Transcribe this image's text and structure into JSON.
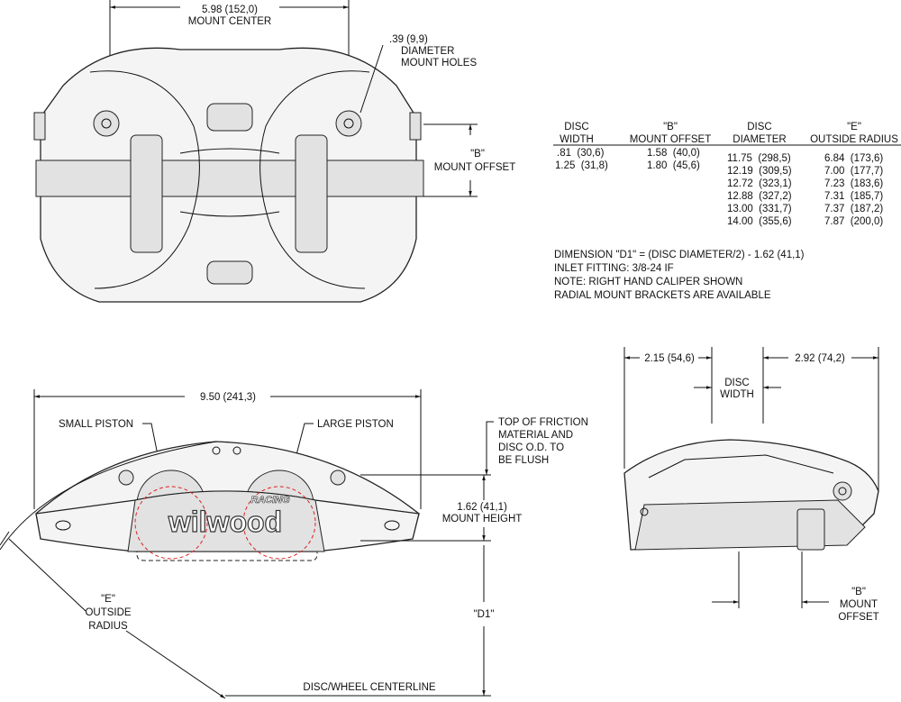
{
  "top_view": {
    "mount_center_dim": "5.98 (152,0)",
    "mount_center_label": "MOUNT CENTER",
    "mount_holes": [
      ".39 (9,9)",
      "DIAMETER",
      "MOUNT HOLES"
    ],
    "mount_offset": [
      "\"B\"",
      "MOUNT OFFSET"
    ]
  },
  "table": {
    "headers": [
      [
        "DISC",
        "WIDTH"
      ],
      [
        "\"B\"",
        "MOUNT OFFSET"
      ],
      [
        "DISC",
        "DIAMETER"
      ],
      [
        "\"E\"",
        "OUTSIDE RADIUS"
      ]
    ],
    "disc_width": [
      ".81  (30,6)",
      "1.25  (31,8)"
    ],
    "mount_offset": [
      "1.58  (40,0)",
      "1.80  (45,6)"
    ],
    "disc_diameter": [
      "11.75  (298,5)",
      "12.19  (309,5)",
      "12.72  (323,1)",
      "12.88  (327,2)",
      "13.00  (331,7)",
      "14.00  (355,6)"
    ],
    "outside_radius": [
      "6.84  (173,6)",
      "7.00  (177,7)",
      "7.23  (183,6)",
      "7.31  (185,7)",
      "7.37  (187,2)",
      "7.87  (200,0)"
    ]
  },
  "notes": [
    "DIMENSION \"D1\" = (DISC DIAMETER/2) - 1.62 (41,1)",
    "INLET FITTING: 3/8-24 IF",
    "NOTE: RIGHT HAND CALIPER SHOWN",
    "RADIAL MOUNT BRACKETS ARE AVAILABLE"
  ],
  "front_view": {
    "overall_width": "9.50 (241,3)",
    "small_piston": "SMALL PISTON",
    "large_piston": "LARGE PISTON",
    "flush_note": [
      "TOP OF FRICTION",
      "MATERIAL AND",
      "DISC O.D. TO",
      "BE FLUSH"
    ],
    "mount_height": [
      "1.62 (41,1)",
      "MOUNT HEIGHT"
    ],
    "d1": "\"D1\"",
    "outside_radius": [
      "\"E\"",
      "OUTSIDE",
      "RADIUS"
    ],
    "centerline": "DISC/WHEEL CENTERLINE",
    "logo_text": "wilwood RACING"
  },
  "side_view": {
    "left_dim": "2.15 (54,6)",
    "right_dim": "2.92 (74,2)",
    "disc_width": [
      "DISC",
      "WIDTH"
    ],
    "mount_offset": [
      "\"B\"",
      "MOUNT",
      "OFFSET"
    ]
  }
}
